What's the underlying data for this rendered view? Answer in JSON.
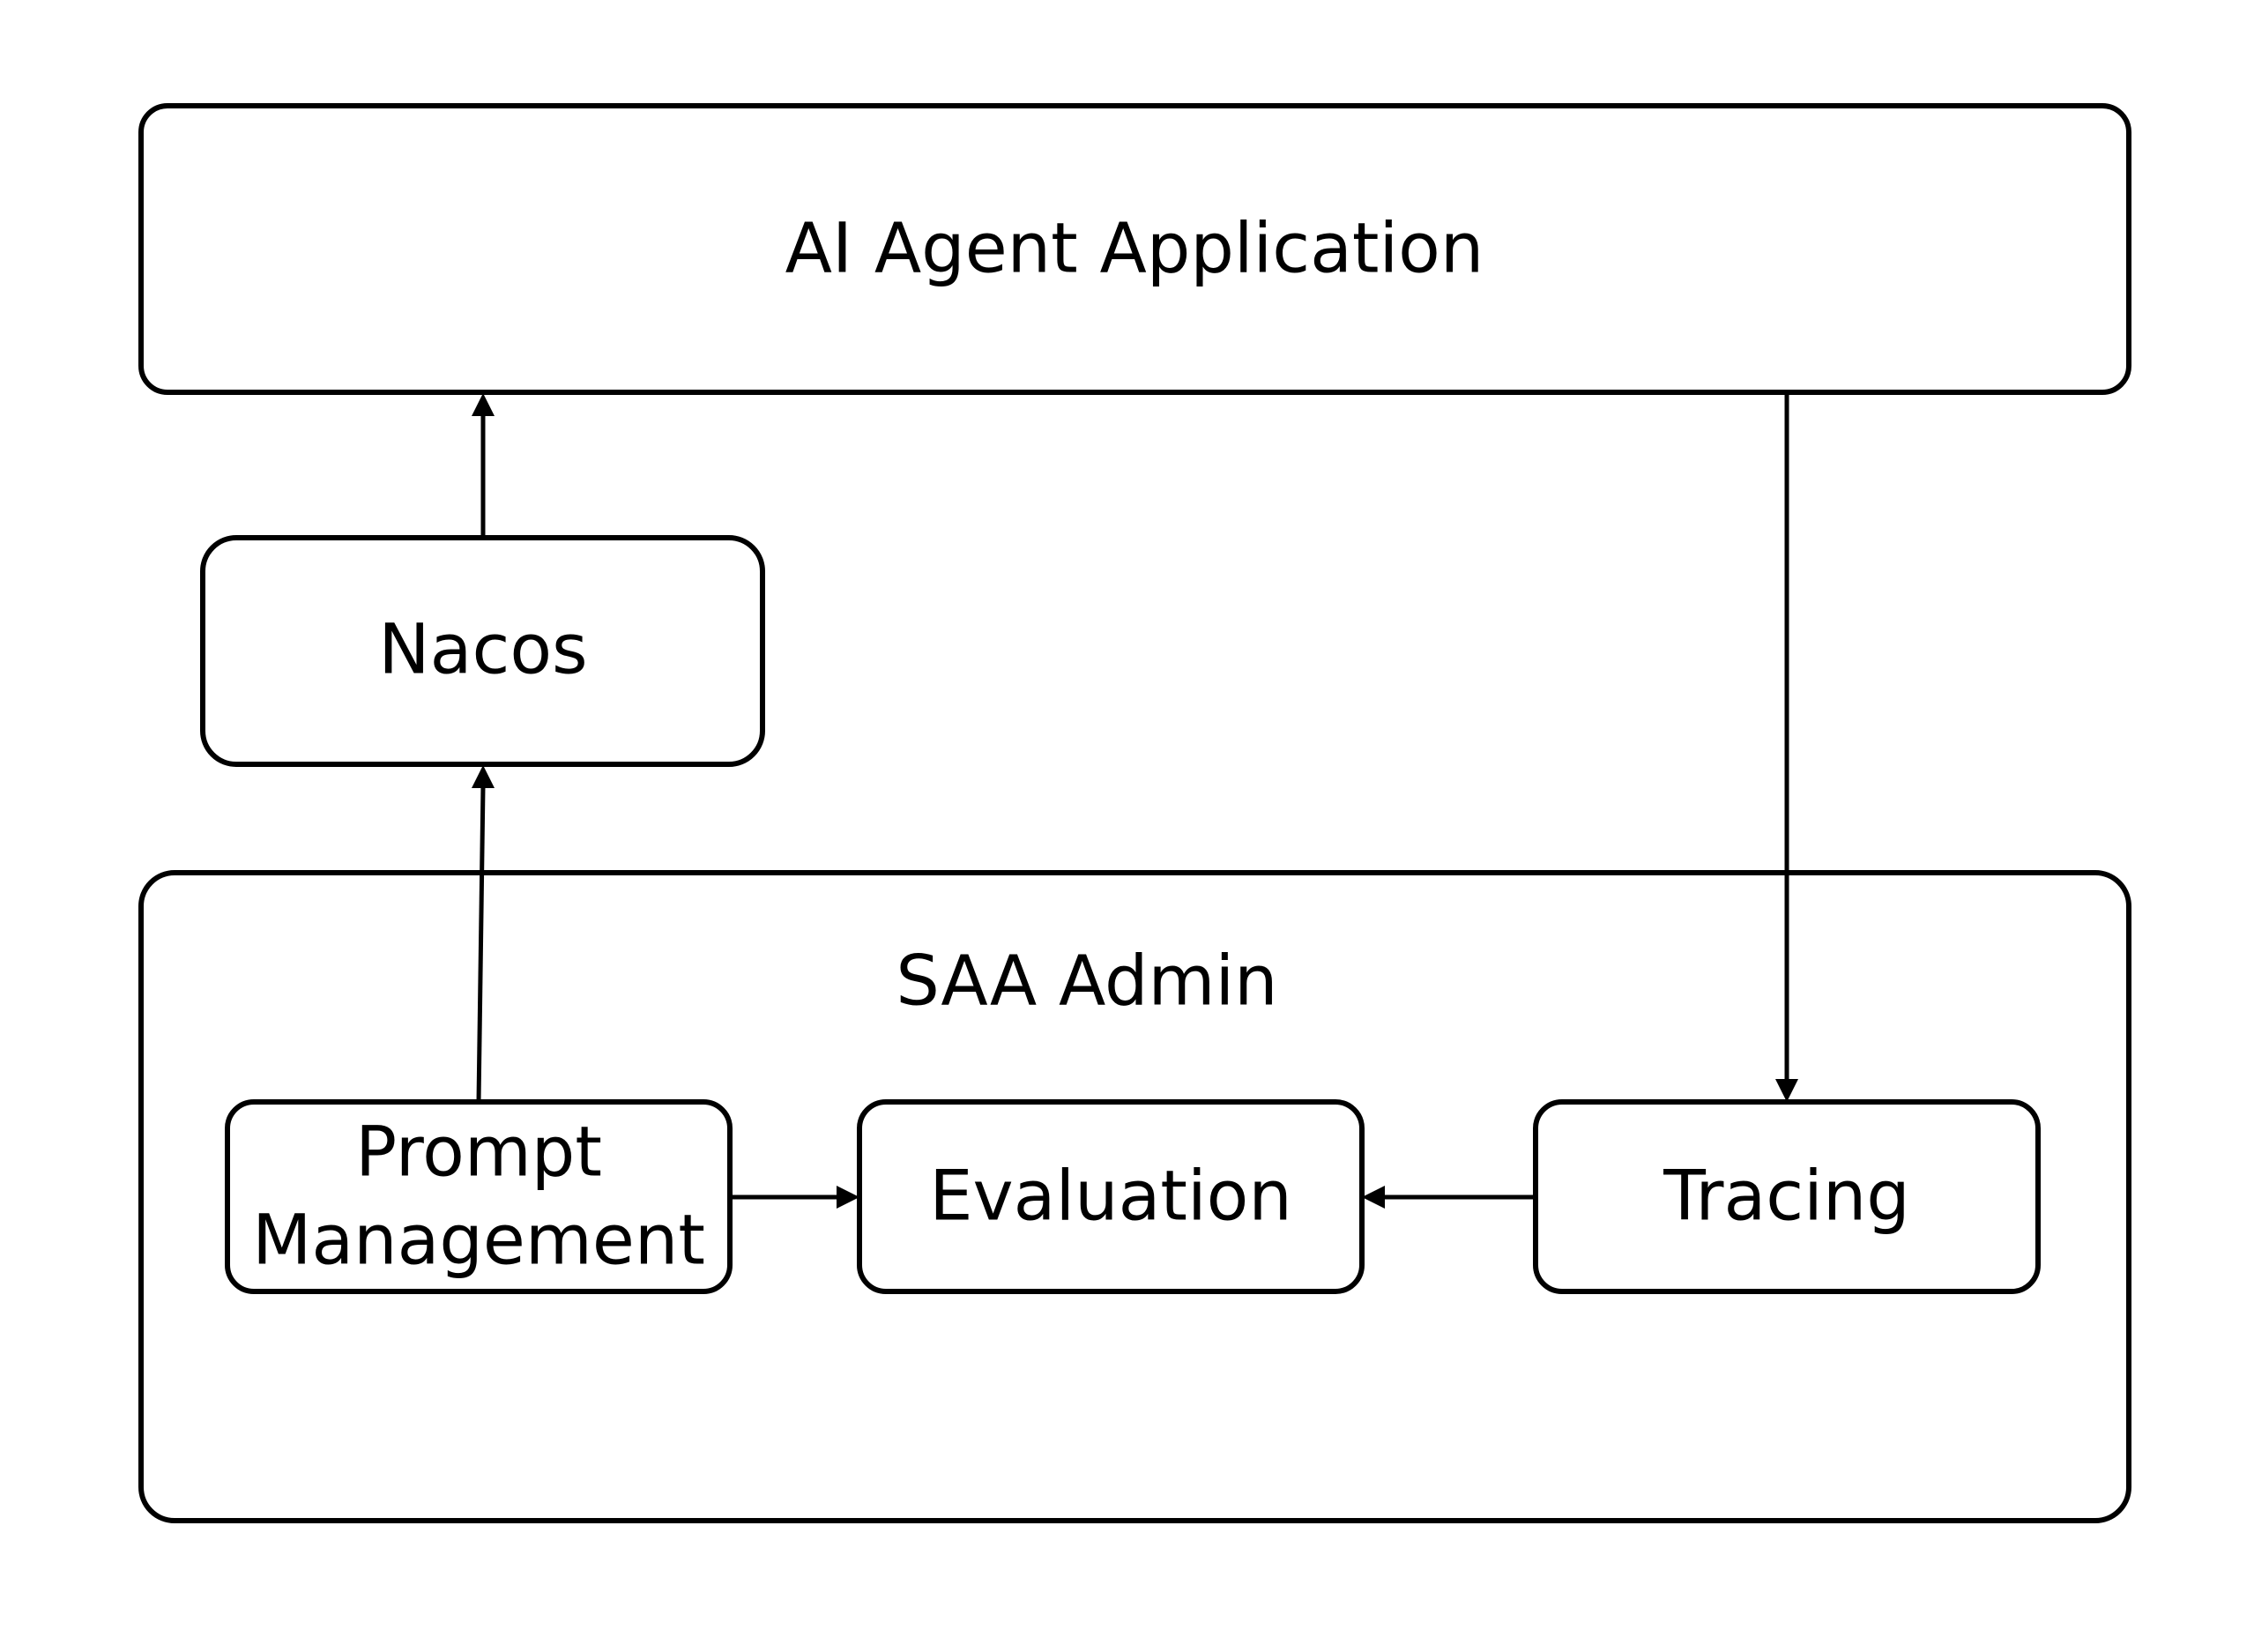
{
  "nodes": {
    "ai_agent_application": {
      "label": "AI Agent Application"
    },
    "nacos": {
      "label": "Nacos"
    },
    "saa_admin": {
      "label": "SAA Admin"
    },
    "prompt_management": {
      "label_line1": "Prompt",
      "label_line2": "Management"
    },
    "evaluation": {
      "label": "Evaluation"
    },
    "tracing": {
      "label": "Tracing"
    }
  },
  "edges": [
    {
      "from": "nacos",
      "to": "ai_agent_application"
    },
    {
      "from": "prompt_management",
      "to": "nacos"
    },
    {
      "from": "ai_agent_application",
      "to": "tracing"
    },
    {
      "from": "prompt_management",
      "to": "evaluation"
    },
    {
      "from": "tracing",
      "to": "evaluation"
    }
  ]
}
